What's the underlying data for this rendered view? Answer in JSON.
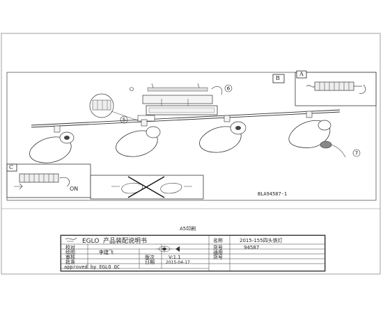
{
  "sheet": {
    "panel_b_label": "B",
    "panel_a_label": "A",
    "panel_c_label": "C",
    "callout_5": "5",
    "callout_6": "6",
    "callout_7": "7",
    "c_panel_action": "ON",
    "model_code": "BLA94587-1",
    "print_size": "A5印刷"
  },
  "title_block": {
    "brand": "EGLO",
    "doc_title": "产品装配说明书",
    "name_label": "名称",
    "name_value": "2015-155四头铁灯",
    "model_label": "货号",
    "model_value": "94587",
    "drawn_label": "绘图",
    "drawn_value": "李建飞",
    "review_label": "审核",
    "version_label": "版次",
    "version_value": "V:1.1",
    "approve_label": "批准",
    "date_label": "日期",
    "date_value": "2015-04-17",
    "universal_label": "通用",
    "item_no_label": "货号",
    "check_label": "校对",
    "approved_by": "approved by EGLO QC"
  }
}
